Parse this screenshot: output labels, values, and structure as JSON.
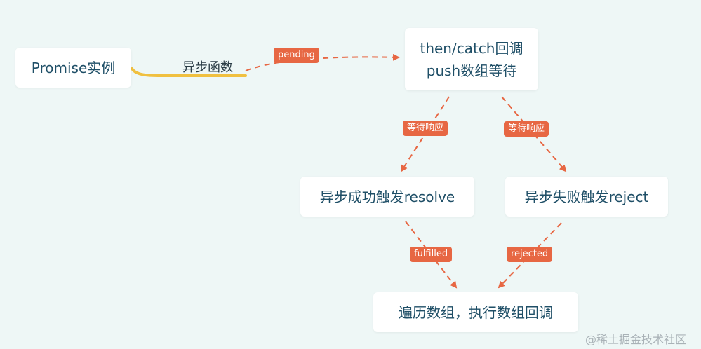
{
  "nodes": {
    "promise_instance": "Promise实例",
    "then_catch_line1": "then/catch回调",
    "then_catch_line2": "push数组等待",
    "resolve": "异步成功触发resolve",
    "reject": "异步失败触发reject",
    "execute": "遍历数组，执行数组回调"
  },
  "edge_labels": {
    "async_function": "异步函数",
    "pending": "pending",
    "wait_left": "等待响应",
    "wait_right": "等待响应",
    "fulfilled": "fulfilled",
    "rejected": "rejected"
  },
  "watermark": "@稀土掘金技术社区",
  "colors": {
    "background": "#eef7f6",
    "node_text": "#1f4f67",
    "tag_fill": "#e76743",
    "dashed_arrow": "#e76743",
    "connector_line": "#f0c040"
  }
}
